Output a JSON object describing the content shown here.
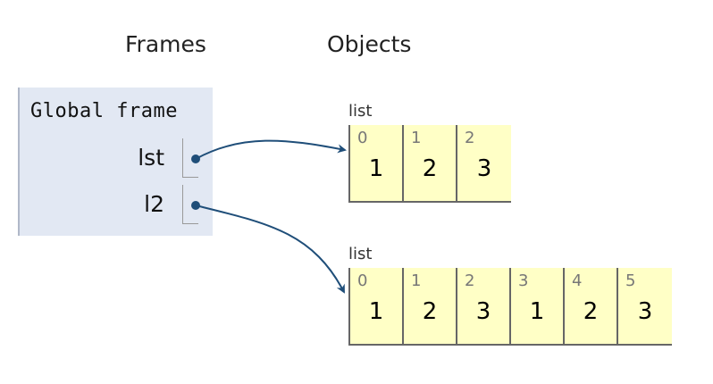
{
  "headers": {
    "frames": "Frames",
    "objects": "Objects"
  },
  "frame": {
    "title": "Global frame",
    "variables": [
      {
        "name": "lst",
        "points_to": 0
      },
      {
        "name": "l2",
        "points_to": 1
      }
    ]
  },
  "objects": [
    {
      "type_label": "list",
      "items": [
        {
          "index": "0",
          "value": "1"
        },
        {
          "index": "1",
          "value": "2"
        },
        {
          "index": "2",
          "value": "3"
        }
      ]
    },
    {
      "type_label": "list",
      "items": [
        {
          "index": "0",
          "value": "1"
        },
        {
          "index": "1",
          "value": "2"
        },
        {
          "index": "2",
          "value": "3"
        },
        {
          "index": "3",
          "value": "1"
        },
        {
          "index": "4",
          "value": "2"
        },
        {
          "index": "5",
          "value": "3"
        }
      ]
    }
  ],
  "colors": {
    "frame_bg": "#e2e8f3",
    "object_bg": "#ffffc6",
    "arrow": "#1f4e79"
  }
}
